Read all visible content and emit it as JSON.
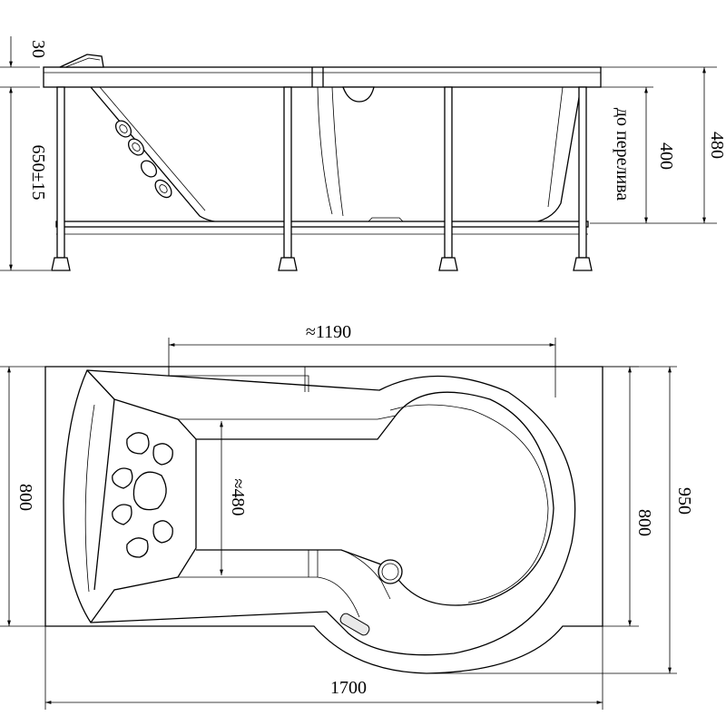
{
  "side_view": {
    "dims": {
      "top_thickness": "30",
      "total_height": "650±15",
      "overflow_label": "до перелива",
      "overflow_height": "400",
      "bath_depth": "480"
    }
  },
  "top_view": {
    "dims": {
      "inner_length": "≈1190",
      "seat_width": "≈480",
      "left_width": "800",
      "inner_width": "800",
      "total_width": "950",
      "total_length": "1700"
    }
  }
}
